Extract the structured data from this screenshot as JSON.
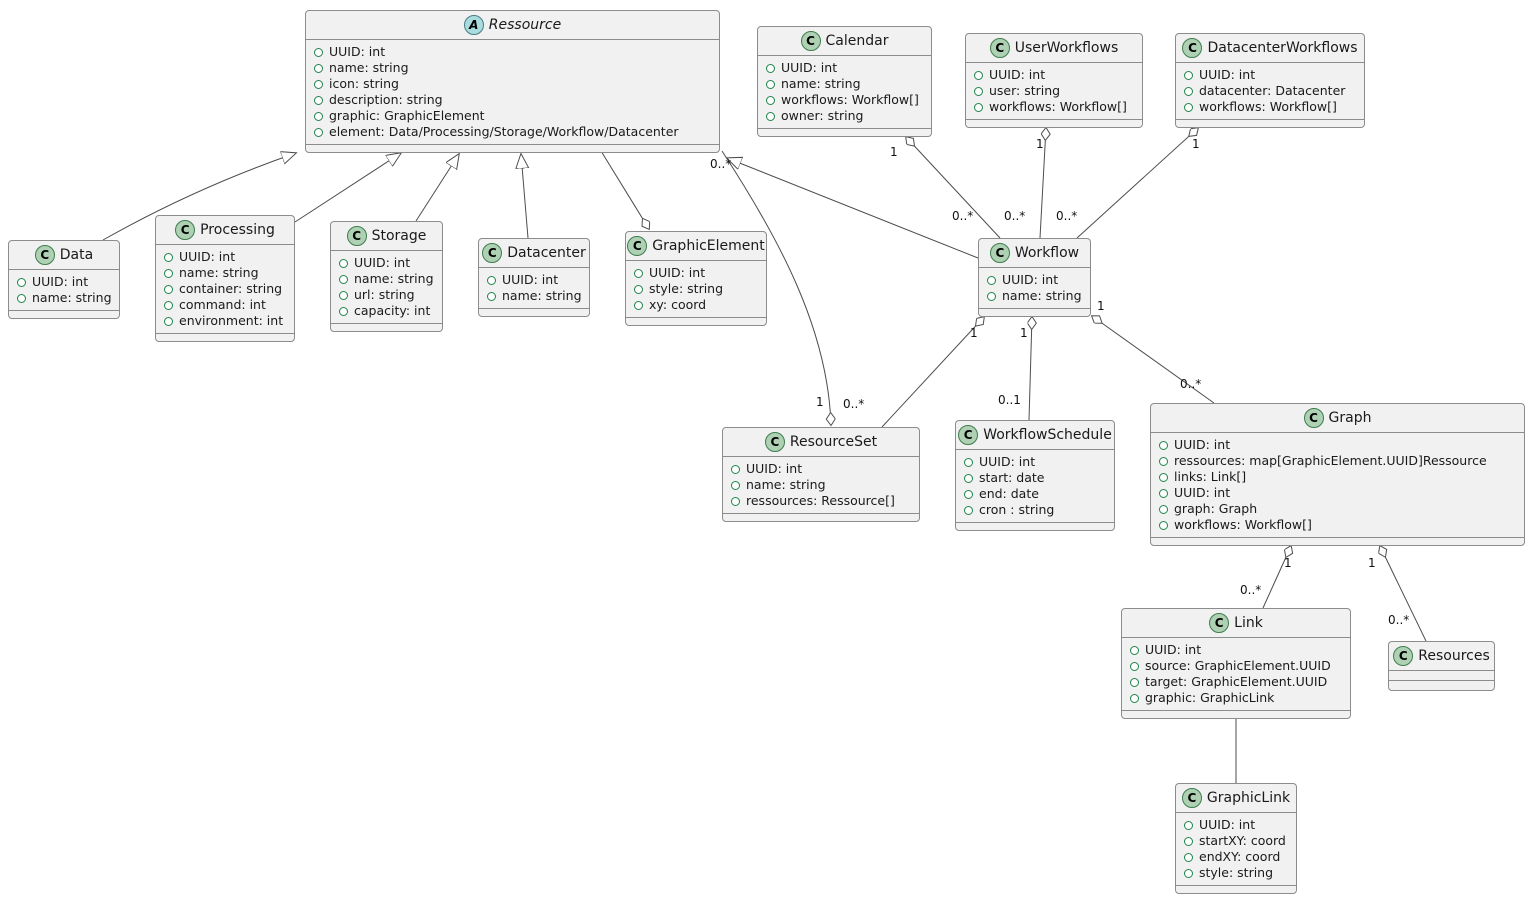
{
  "classes": {
    "ressource": {
      "badge": "A",
      "name": "Ressource",
      "attributes": [
        "UUID: int",
        "name: string",
        "icon: string",
        "description: string",
        "graphic: GraphicElement",
        "element: Data/Processing/Storage/Workflow/Datacenter"
      ]
    },
    "calendar": {
      "badge": "C",
      "name": "Calendar",
      "attributes": [
        "UUID: int",
        "name: string",
        "workflows: Workflow[]",
        "owner: string"
      ]
    },
    "userworkflows": {
      "badge": "C",
      "name": "UserWorkflows",
      "attributes": [
        "UUID: int",
        "user: string",
        "workflows: Workflow[]"
      ]
    },
    "datacenterworkflows": {
      "badge": "C",
      "name": "DatacenterWorkflows",
      "attributes": [
        "UUID: int",
        "datacenter: Datacenter",
        "workflows: Workflow[]"
      ]
    },
    "data": {
      "badge": "C",
      "name": "Data",
      "attributes": [
        "UUID: int",
        "name: string"
      ]
    },
    "processing": {
      "badge": "C",
      "name": "Processing",
      "attributes": [
        "UUID: int",
        "name: string",
        "container: string",
        "command: int",
        "environment: int"
      ]
    },
    "storage": {
      "badge": "C",
      "name": "Storage",
      "attributes": [
        "UUID: int",
        "name: string",
        "url: string",
        "capacity: int"
      ]
    },
    "datacenter": {
      "badge": "C",
      "name": "Datacenter",
      "attributes": [
        "UUID: int",
        "name: string"
      ]
    },
    "graphicelement": {
      "badge": "C",
      "name": "GraphicElement",
      "attributes": [
        "UUID: int",
        "style: string",
        "xy: coord"
      ]
    },
    "workflow": {
      "badge": "C",
      "name": "Workflow",
      "attributes": [
        "UUID: int",
        "name: string"
      ]
    },
    "resourceset": {
      "badge": "C",
      "name": "ResourceSet",
      "attributes": [
        "UUID: int",
        "name: string",
        "ressources: Ressource[]"
      ]
    },
    "workflowschedule": {
      "badge": "C",
      "name": "WorkflowSchedule",
      "attributes": [
        "UUID: int",
        "start: date",
        "end: date",
        "cron : string"
      ]
    },
    "graph": {
      "badge": "C",
      "name": "Graph",
      "attributes": [
        "UUID: int",
        "ressources: map[GraphicElement.UUID]Ressource",
        "links: Link[]",
        "UUID: int",
        "graph: Graph",
        "workflows: Workflow[]"
      ]
    },
    "link": {
      "badge": "C",
      "name": "Link",
      "attributes": [
        "UUID: int",
        "source: GraphicElement.UUID",
        "target: GraphicElement.UUID",
        "graphic: GraphicLink"
      ]
    },
    "resources": {
      "badge": "C",
      "name": "Resources",
      "attributes": []
    },
    "graphiclink": {
      "badge": "C",
      "name": "GraphicLink",
      "attributes": [
        "UUID: int",
        "startXY: coord",
        "endXY: coord",
        "style: string"
      ]
    }
  },
  "labels": {
    "resourceset_ressource_many": "0..*",
    "calendar_one": "1",
    "calendar_workflow_many": "0..*",
    "userworkflows_one": "1",
    "userworkflows_workflow_many": "0..*",
    "datacenterworkflows_one": "1",
    "datacenterworkflows_workflow_many": "0..*",
    "workflow_resourceset_one": "1",
    "workflow_resourceset_many": "0..*",
    "workflow_schedule_one": "1",
    "workflow_schedule_many": "0..1",
    "workflow_graph_one": "1",
    "workflow_graph_many": "0..*",
    "resourceset_one": "1",
    "graph_link_one": "1",
    "graph_link_many": "0..*",
    "graph_resources_one": "1",
    "graph_resources_many": "0..*"
  },
  "colors": {
    "box_fill": "#F1F1F1",
    "box_border": "#8C8C8C",
    "class_badge_fill": "#ADD1B2",
    "abstract_badge_fill": "#A9DCDF",
    "field_dot": "#1E8449",
    "edge": "#4D4D4D"
  }
}
